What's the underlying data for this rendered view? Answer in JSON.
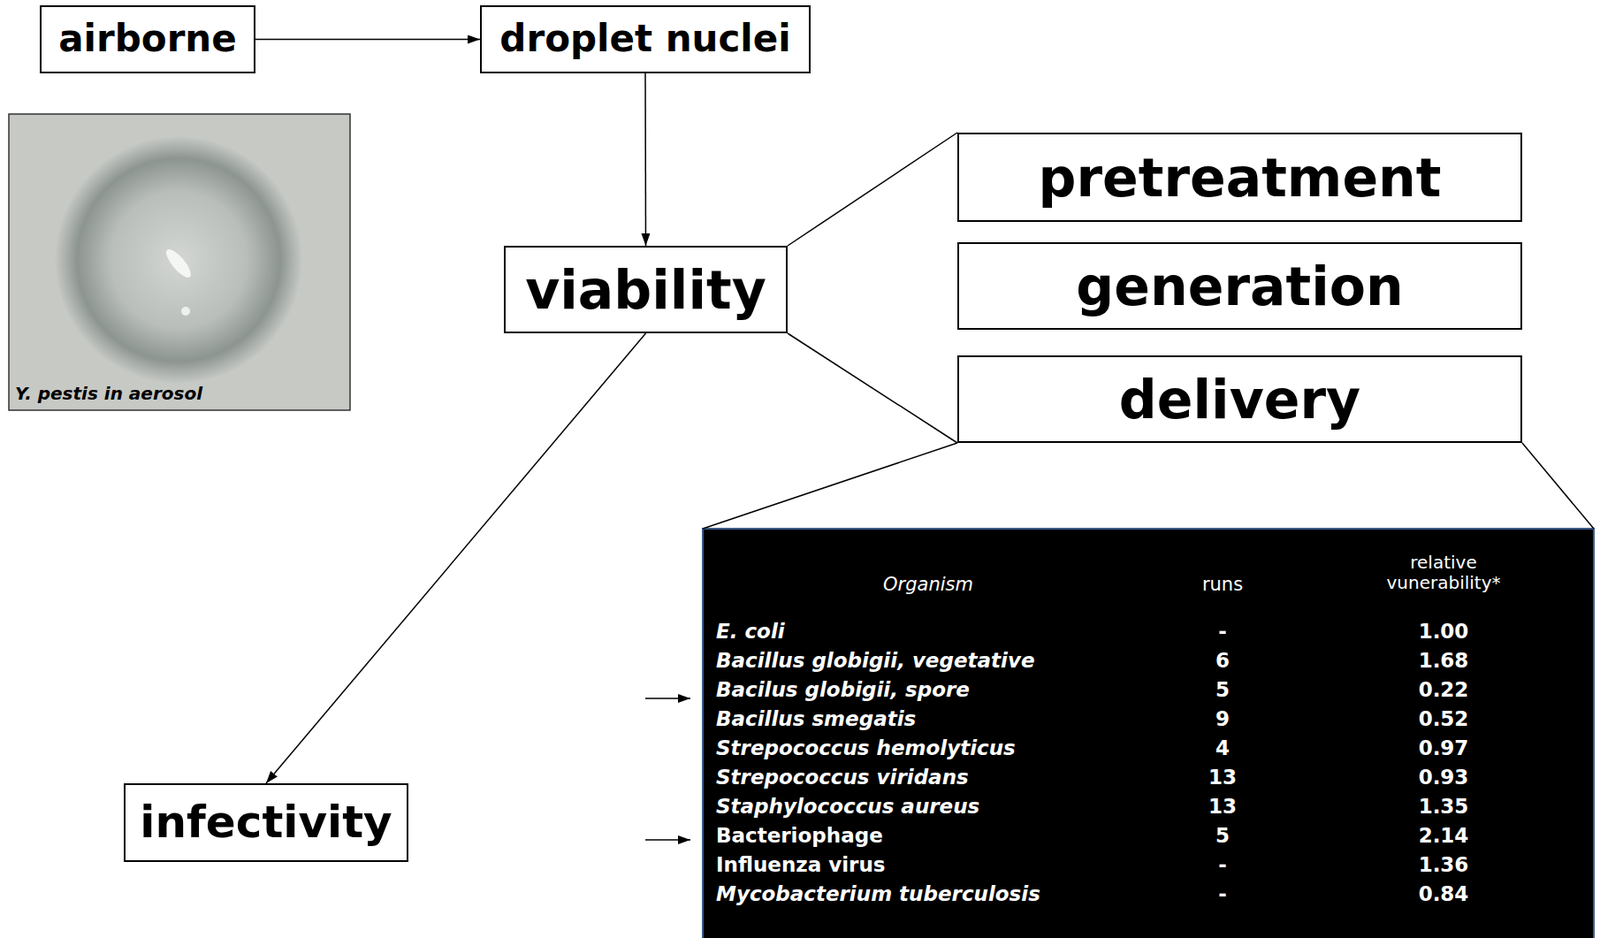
{
  "diagram": {
    "nodes": [
      {
        "text": [
          "airborne"
        ]
      },
      {
        "text": [
          "droplet nuclei"
        ]
      },
      {
        "text": [
          "viability"
        ]
      },
      {
        "text": [
          "pretreatment"
        ]
      },
      {
        "text": [
          "generation"
        ]
      },
      {
        "text": [
          "delivery"
        ]
      },
      {
        "text": [
          "infectivity"
        ]
      }
    ],
    "edges": [
      {
        "from": 0,
        "to": 1,
        "arrow": "to"
      },
      {
        "from": 1,
        "to": 2,
        "arrow": "to"
      },
      {
        "from": 2,
        "to": 3,
        "arrow": "none"
      },
      {
        "from": 2,
        "to": 5,
        "arrow": "none"
      },
      {
        "from": 2,
        "to": 6,
        "arrow": "to"
      }
    ],
    "labels": [
      "Y. pestis in aerosol",
      "Organism",
      "runs",
      "relative vunerability*",
      "E. coli",
      "-",
      "1.00",
      "Bacillus globigii, vegetative",
      "6",
      "1.68",
      "Bacilus globigii, spore",
      "5",
      "0.22",
      "Bacillus smegatis",
      "9",
      "0.52",
      "Strepococcus hemolyticus",
      "4",
      "0.97",
      "Strepococcus viridans",
      "13",
      "0.93",
      "Staphylococcus aureus",
      "13",
      "1.35",
      "Bacteriophage",
      "5",
      "2.14",
      "Influenza virus",
      "-",
      "1.36",
      "Mycobacterium tuberculosis",
      "-",
      "0.84"
    ]
  }
}
